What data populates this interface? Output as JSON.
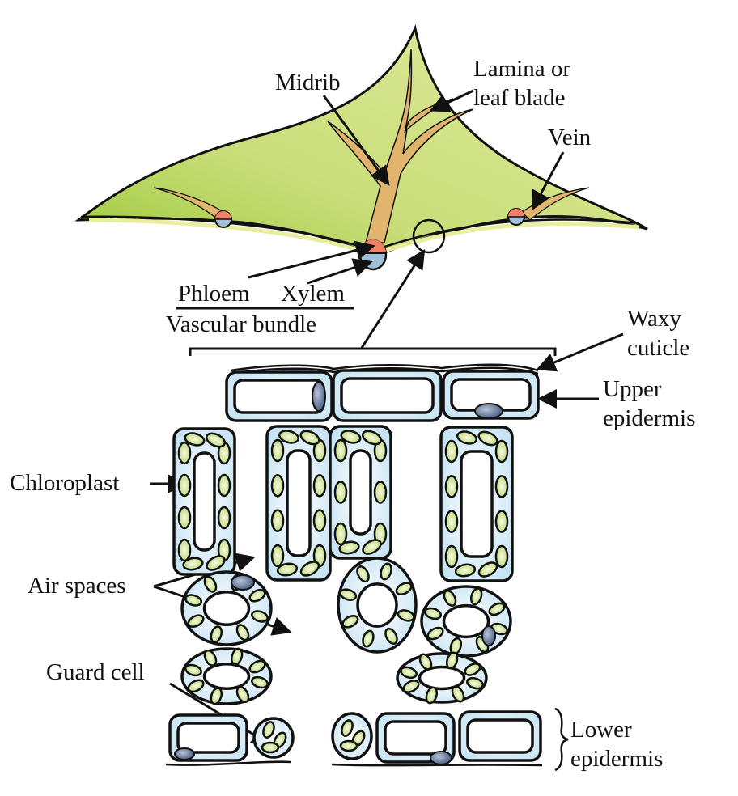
{
  "labels": {
    "midrib": "Midrib",
    "lamina_line1": "Lamina or",
    "lamina_line2": "leaf blade",
    "vein": "Vein",
    "phloem": "Phloem",
    "xylem": "Xylem",
    "vascular_bundle": "Vascular bundle",
    "waxy_line1": "Waxy",
    "waxy_line2": "cuticle",
    "upper_line1": "Upper",
    "upper_line2": "epidermis",
    "chloroplast": "Chloroplast",
    "air_spaces": "Air spaces",
    "guard_cell": "Guard cell",
    "lower_line1": "Lower",
    "lower_line2": "epidermis"
  },
  "colors": {
    "leaf": "#d4e38a",
    "leaf_dark": "#9cc83a",
    "vein": "#e2b56e",
    "phloem": "#f08068",
    "xylem": "#9fc0d6",
    "cell": "#cfe8f5",
    "chloroplast": "#d9ea9c",
    "nucleus": "#4d6285"
  }
}
